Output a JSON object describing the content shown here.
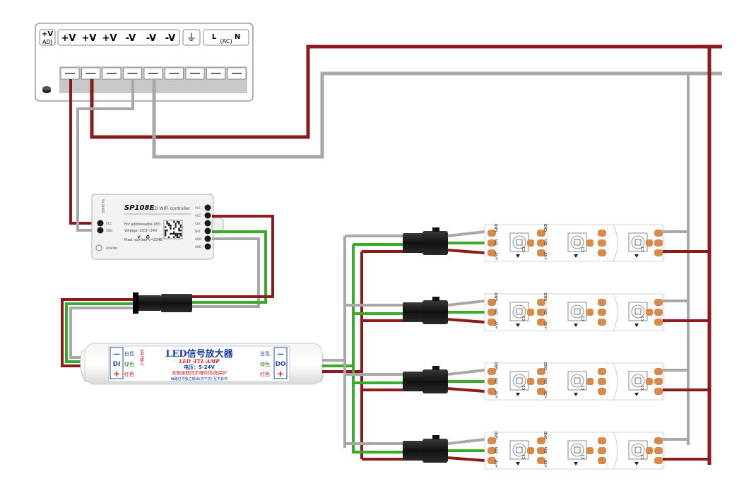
{
  "psu": {
    "adj_top": "+V",
    "adj_bottom": "ADJ",
    "terminals": [
      "+V",
      "+V",
      "+V",
      "-V",
      "-V",
      "-V"
    ],
    "earth_symbol": "⏚",
    "ac_l": "L",
    "ac_sub": "(AC)",
    "ac_n": "N"
  },
  "controller": {
    "model": "SP108E",
    "subtitle": "LED WIFI controller",
    "spec_lines": [
      "For addressable LED",
      "Voltage: DC5~24V",
      "Pixel number<=2048"
    ],
    "left_pins": [
      "VCC",
      "GND"
    ],
    "right_pins": [
      "VCC",
      "VCC",
      "CLK",
      "DAT",
      "GND",
      "GND"
    ],
    "top_vertical": "5V-24VDC",
    "button_label": "BTN/PIN"
  },
  "amplifier": {
    "title": "LED信号放大器",
    "subtitle": "LED -TTL-AMP",
    "voltage": "电压：5-24V",
    "desc_line1": "无限级联同步硬件防烧保护",
    "desc_line2": "每路信号独立输出(抗干扰) 互不影响",
    "left_box": [
      "—",
      "DI",
      "+"
    ],
    "left_colors": [
      "白色",
      "绿色",
      "红色"
    ],
    "left_side": "信号输入",
    "right_box": [
      "—",
      "DO",
      "+"
    ],
    "right_colors": [
      "白色",
      "绿色",
      "红色"
    ]
  },
  "strip": {
    "pad_top": "GND",
    "pad_mid": "Din",
    "pad_bottom": "+5V",
    "cap_label": "C1"
  },
  "colors": {
    "red_wire": "#8b1a1a",
    "gray_wire": "#a8a8a8",
    "green_wire": "#3aaa2a",
    "pad": "#d98a4a",
    "connector": "#1a1a1a"
  }
}
